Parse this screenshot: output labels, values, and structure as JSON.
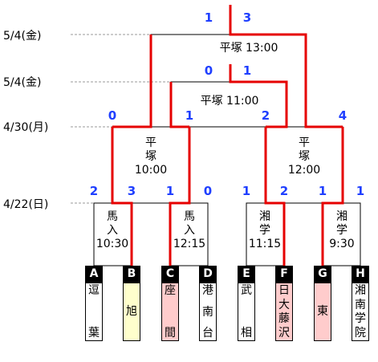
{
  "dates": [
    "5/4(金)",
    "5/4(金)",
    "4/30(月)",
    "4/22(日)"
  ],
  "scores": {
    "final": [
      "1",
      "3"
    ],
    "semi": [
      "0",
      "1"
    ],
    "qf_left": [
      "0",
      "1"
    ],
    "qf_right": [
      "2",
      "4"
    ],
    "r1": [
      "2",
      "3",
      "1",
      "0",
      "1",
      "2",
      "1",
      "1"
    ]
  },
  "venues": {
    "final": "平塚 13:00",
    "semi": "平塚 11:00",
    "qf_left": [
      "平",
      "塚",
      "10:00"
    ],
    "qf_right": [
      "平",
      "塚",
      "12:00"
    ],
    "r1": [
      [
        "馬",
        "入",
        "10:30"
      ],
      [
        "馬",
        "入",
        "12:15"
      ],
      [
        "湘",
        "学",
        "11:15"
      ],
      [
        "湘",
        "学",
        "9:30"
      ]
    ]
  },
  "teams": [
    {
      "letter": "A",
      "name": [
        "逗",
        "葉"
      ],
      "fill": "#ffffff"
    },
    {
      "letter": "B",
      "name": [
        "旭"
      ],
      "fill": "#ffffcc"
    },
    {
      "letter": "C",
      "name": [
        "座",
        "間"
      ],
      "fill": "#ffcccc"
    },
    {
      "letter": "D",
      "name": [
        "港",
        "南",
        "台"
      ],
      "fill": "#ffffff"
    },
    {
      "letter": "E",
      "name": [
        "武",
        "相"
      ],
      "fill": "#ffffff"
    },
    {
      "letter": "F",
      "name": [
        "日",
        "大",
        "藤",
        "沢"
      ],
      "fill": "#ffcccc"
    },
    {
      "letter": "G",
      "name": [
        "東"
      ],
      "fill": "#ffcccc"
    },
    {
      "letter": "H",
      "name": [
        "湘",
        "南",
        "学",
        "院"
      ],
      "fill": "#ffffff"
    }
  ],
  "colors": {
    "winner_line": "#e60000",
    "bracket_line": "#000000",
    "score_text": "#1f3fff",
    "guide_line": "#999999"
  }
}
